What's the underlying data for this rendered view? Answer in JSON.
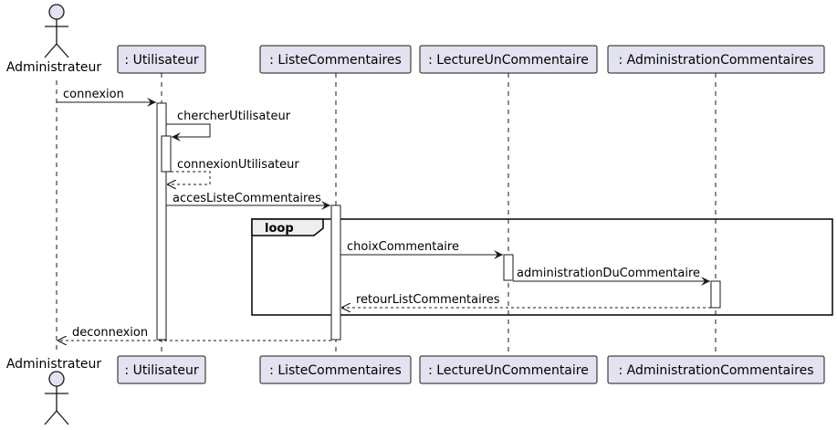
{
  "colors": {
    "participant_fill": "#E2E2F0",
    "participant_stroke": "#181818",
    "lifeline": "#181818",
    "activation_fill": "#FFFFFF",
    "loop_tab_fill": "#EEEEEE",
    "text": "#000000"
  },
  "actor": {
    "name": "Administrateur"
  },
  "participants": [
    {
      "name": ": Utilisateur"
    },
    {
      "name": ": ListeCommentaires"
    },
    {
      "name": ": LectureUnCommentaire"
    },
    {
      "name": ": AdministrationCommentaires"
    }
  ],
  "messages": [
    {
      "label": "connexion",
      "style": "solid"
    },
    {
      "label": "chercherUtilisateur",
      "style": "solid"
    },
    {
      "label": "connexionUtilisateur",
      "style": "dashed"
    },
    {
      "label": "accesListeCommentaires",
      "style": "solid"
    },
    {
      "label": "choixCommentaire",
      "style": "solid"
    },
    {
      "label": "administrationDuCommentaire",
      "style": "solid"
    },
    {
      "label": "retourListCommentaires",
      "style": "dashed"
    },
    {
      "label": "deconnexion",
      "style": "dashed"
    }
  ],
  "fragment": {
    "type": "loop"
  }
}
